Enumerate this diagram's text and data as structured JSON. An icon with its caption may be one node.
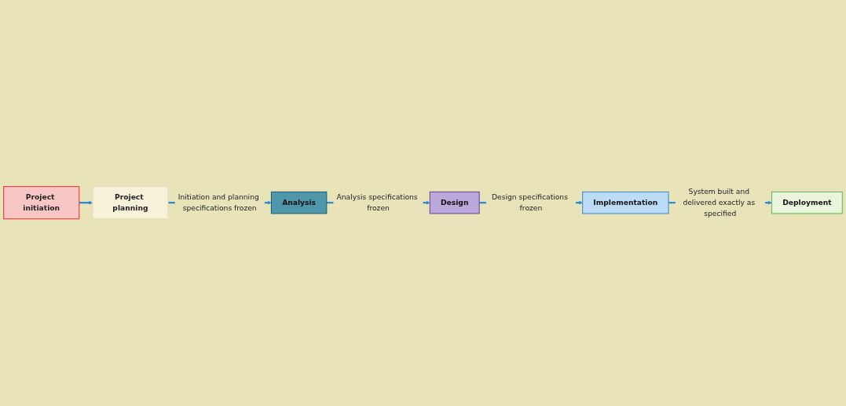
{
  "diagram": {
    "nodes": [
      {
        "text": [
          "Project initiation"
        ]
      },
      {
        "text": [
          "Project planning"
        ]
      },
      {
        "text": [
          "Analysis"
        ]
      },
      {
        "text": [
          "Design"
        ]
      },
      {
        "text": [
          "Implementation"
        ]
      },
      {
        "text": [
          "Deployment"
        ]
      }
    ],
    "edges": [
      {
        "from": 0,
        "to": 1,
        "arrow": "to"
      },
      {
        "from": 1,
        "to": 2,
        "arrow": "to",
        "label": "Initiation and planning specifications frozen"
      },
      {
        "from": 2,
        "to": 3,
        "arrow": "to",
        "label": "Analysis specifications frozen"
      },
      {
        "from": 3,
        "to": 4,
        "arrow": "to",
        "label": "Design specifications frozen"
      },
      {
        "from": 4,
        "to": 5,
        "arrow": "to",
        "label": "System built and delivered exactly as specified"
      }
    ]
  }
}
